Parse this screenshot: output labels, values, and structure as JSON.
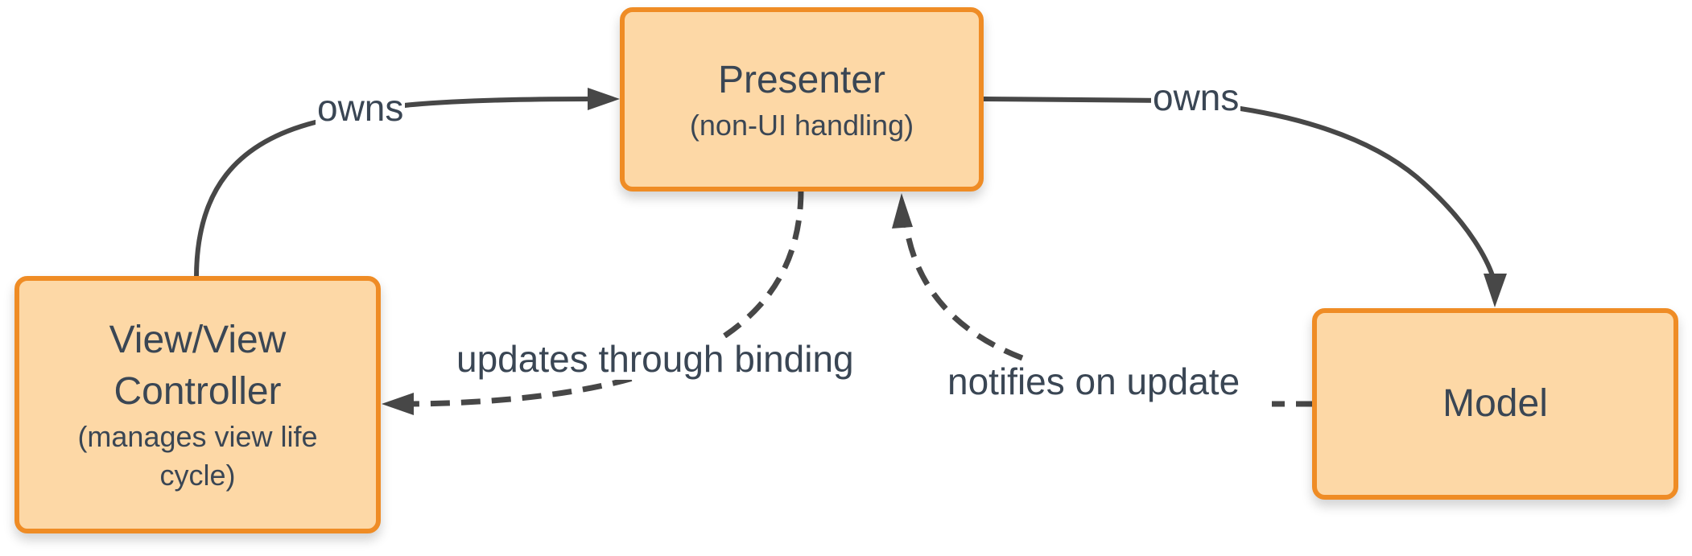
{
  "colors": {
    "node_fill": "#fdd8a6",
    "node_border": "#ef8c25",
    "text": "#3a4654",
    "edge": "#474747"
  },
  "nodes": {
    "presenter": {
      "title": "Presenter",
      "subtitle": "(non-UI handling)"
    },
    "view": {
      "title_line1": "View/View",
      "title_line2": "Controller",
      "subtitle_line1": "(manages view life",
      "subtitle_line2": "cycle)"
    },
    "model": {
      "title": "Model"
    }
  },
  "edges": [
    {
      "from": "View/View Controller",
      "to": "Presenter",
      "label": "owns",
      "style": "solid"
    },
    {
      "from": "Presenter",
      "to": "Model",
      "label": "owns",
      "style": "solid"
    },
    {
      "from": "Presenter",
      "to": "View/View Controller",
      "label": "updates through binding",
      "style": "dashed"
    },
    {
      "from": "Model",
      "to": "Presenter",
      "label": "notifies on update",
      "style": "dashed"
    }
  ]
}
